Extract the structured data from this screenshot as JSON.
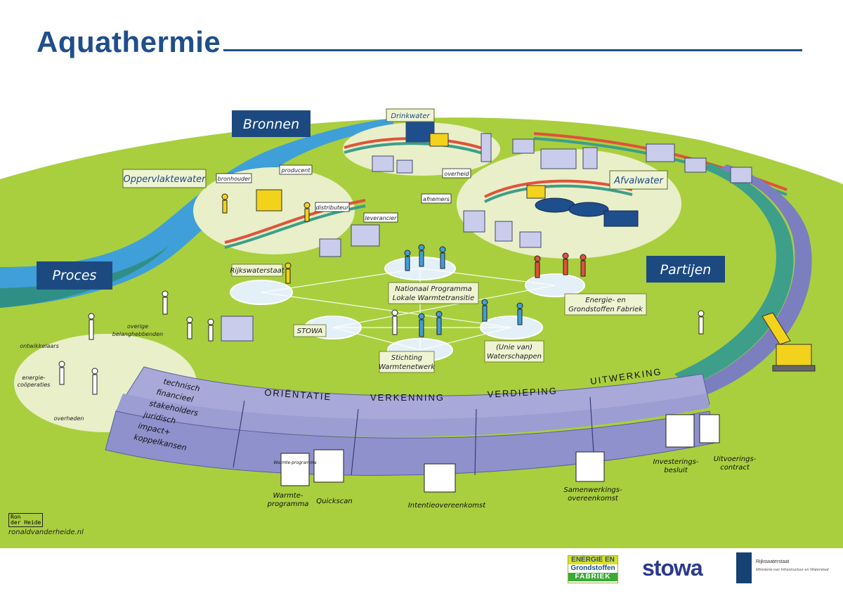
{
  "title": "Aquathermie",
  "badges": {
    "bronnen": "Bronnen",
    "proces": "Proces",
    "partijen": "Partijen"
  },
  "sources": {
    "oppervlaktewater": "Oppervlaktewater",
    "drinkwater": "Drinkwater",
    "afvalwater": "Afvalwater"
  },
  "roles": {
    "bronhouder": "bronhouder",
    "producent": "producent",
    "distributeur": "distributeur",
    "leverancier": "leverancier",
    "overheid": "overheid",
    "afnemers": "afnemers"
  },
  "parties": {
    "rijkswaterstaat": "Rijkswaterstaat",
    "stowa": "STOWA",
    "nationaal_1": "Nationaal Programma",
    "nationaal_2": "Lokale Warmtetransitie",
    "egf_1": "Energie- en",
    "egf_2": "Grondstoffen Fabriek",
    "stichting_1": "Stichting",
    "stichting_2": "Warmtenetwerk",
    "unie_1": "(Unie van)",
    "unie_2": "Waterschappen"
  },
  "stakeholders": {
    "overige_1": "overige",
    "overige_2": "belanghebbenden",
    "ontwikkelaars": "ontwikkelaars",
    "energie_1": "energie-",
    "energie_2": "coöperaties",
    "overheden": "overheden"
  },
  "aspects": [
    "technisch",
    "financieel",
    "stakeholders",
    "juridisch",
    "impact+",
    "koppelkansen"
  ],
  "phases": [
    "ORIËNTATIE",
    "VERKENNING",
    "VERDIEPING",
    "UITWERKING"
  ],
  "documents": {
    "warmteprogramma_card": "Warmte-programma",
    "warmteprogramma_1": "Warmte-",
    "warmteprogramma_2": "programma",
    "quickscan": "Quickscan",
    "intentieovereenkomst": "Intentieovereenkomst",
    "samenwerking_1": "Samenwerkings-",
    "samenwerking_2": "overeenkomst",
    "investering_1": "Investerings-",
    "investering_2": "besluit",
    "uitvoering_1": "Uitvoerings-",
    "uitvoering_2": "contract"
  },
  "footer": {
    "signature_1": "Ron",
    "signature_2": "der Heide",
    "signature_url": "ronaldvanderheide.nl",
    "egf_line1": "ENERGIE EN",
    "egf_line2": "Grondstoffen",
    "egf_line3": "FABRIEK",
    "stowa": "stowa",
    "rws_name": "Rijkswaterstaat",
    "rws_sub": "Ministerie van Infrastructuur en Waterstaat"
  },
  "colors": {
    "title": "#1f4e8c",
    "grass": "#a9cf3e",
    "water": "#3f9fd8",
    "river_dark": "#2f8f87",
    "badge": "#1c4a80",
    "track": "#a8a9d8",
    "track_dark": "#7b7fc0",
    "ring_teal": "#3d9e8a",
    "light_green": "#e9efc8"
  }
}
